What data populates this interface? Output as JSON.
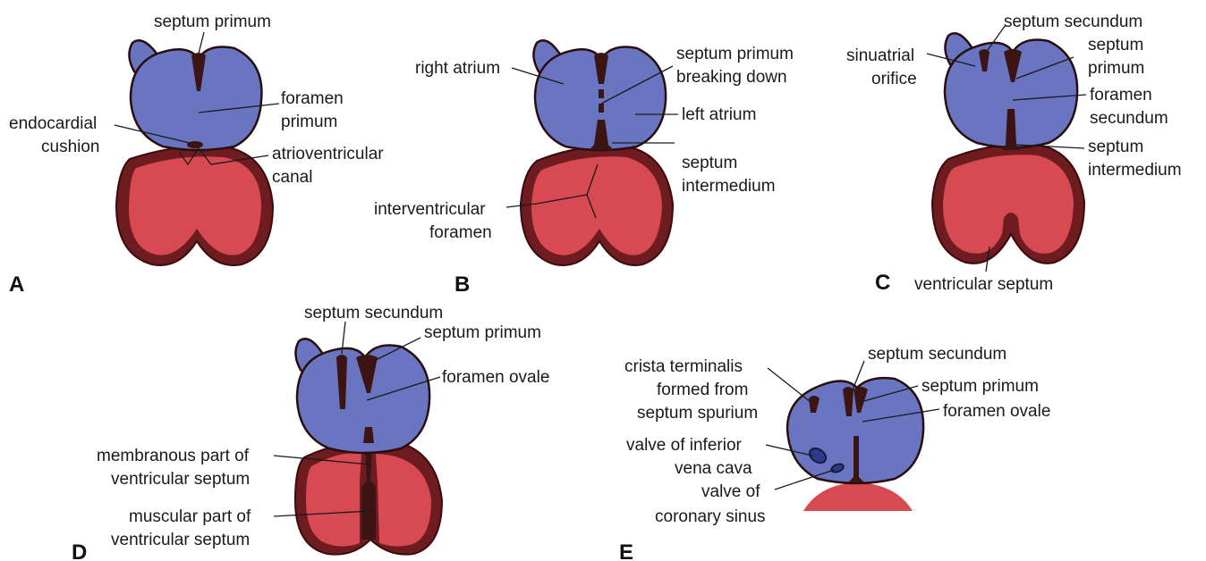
{
  "panels": {
    "A": {
      "letter": "A",
      "septum_primum": "septum primum",
      "foramen_primum": [
        "foramen",
        "primum"
      ],
      "endocardial_cushion": [
        "endocardial",
        "cushion"
      ],
      "av_canal": [
        "atrioventricular",
        "canal"
      ]
    },
    "B": {
      "letter": "B",
      "right_atrium": "right atrium",
      "septum_primum_breaking": [
        "septum primum",
        "breaking down"
      ],
      "left_atrium": "left atrium",
      "septum_intermedium": [
        "septum",
        "intermedium"
      ],
      "interventricular_foramen": [
        "interventricular",
        "foramen"
      ]
    },
    "C": {
      "letter": "C",
      "septum_secundum": "septum secundum",
      "sinuatrial_orifice": [
        "sinuatrial",
        "orifice"
      ],
      "septum_primum": [
        "septum",
        "primum"
      ],
      "foramen_secundum": [
        "foramen",
        "secundum"
      ],
      "septum_intermedium": [
        "septum",
        "intermedium"
      ],
      "ventricular_septum": "ventricular septum"
    },
    "D": {
      "letter": "D",
      "septum_secundum": "septum secundum",
      "septum_primum": "septum primum",
      "foramen_ovale": "foramen ovale",
      "membranous_part": [
        "membranous part of",
        "ventricular septum"
      ],
      "muscular_part": [
        "muscular part of",
        "ventricular septum"
      ]
    },
    "E": {
      "letter": "E",
      "crista_terminalis": [
        "crista terminalis",
        "formed from",
        "septum spurium"
      ],
      "septum_secundum": "septum secundum",
      "septum_primum": "septum primum",
      "foramen_ovale": "foramen ovale",
      "valve_ivc": [
        "valve of inferior",
        "vena cava"
      ],
      "valve_coronary_sinus": [
        "valve of",
        "coronary sinus"
      ]
    }
  },
  "colors": {
    "atrium": "#6a75c2",
    "ventricle": "#d84a52",
    "myocardium": "#6e1c1f",
    "septum": "#3c1414"
  }
}
